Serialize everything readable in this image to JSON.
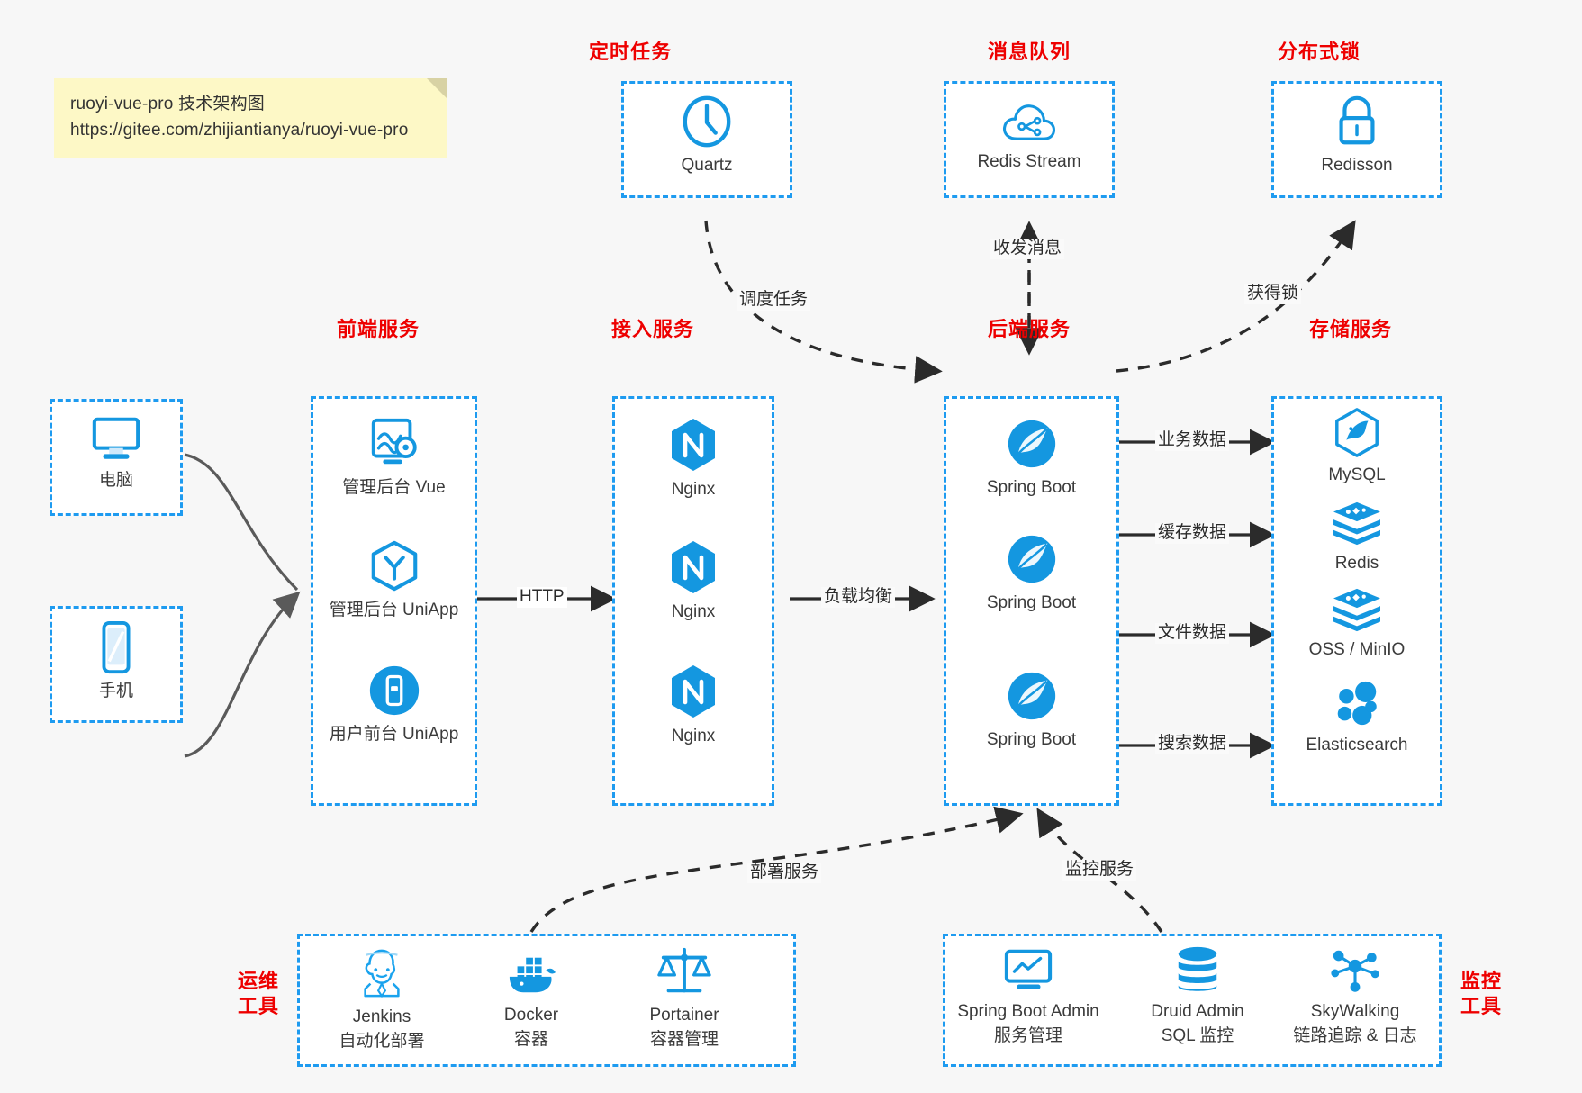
{
  "note": {
    "line1": "ruoyi-vue-pro 技术架构图",
    "line2": "https://gitee.com/zhijiantianya/ruoyi-vue-pro"
  },
  "colors": {
    "accent_blue": "#1e9bf0",
    "icon_blue": "#1497e0",
    "title_red": "#ee0000",
    "text_gray": "#3b3b3b",
    "note_yellow": "#fdf8c6",
    "background": "#f7f7f7"
  },
  "groups": {
    "scheduler": {
      "title": "定时任务"
    },
    "mq": {
      "title": "消息队列"
    },
    "lock": {
      "title": "分布式锁"
    },
    "frontend": {
      "title": "前端服务"
    },
    "gateway": {
      "title": "接入服务"
    },
    "backend": {
      "title": "后端服务"
    },
    "storage": {
      "title": "存储服务"
    },
    "devops": {
      "title": "运维\n工具"
    },
    "monitor": {
      "title": "监控\n工具"
    }
  },
  "nodes": {
    "quartz": {
      "label": "Quartz",
      "icon": "clock-icon"
    },
    "redis_stream": {
      "label": "Redis Stream",
      "icon": "cloud-stream-icon"
    },
    "redisson": {
      "label": "Redisson",
      "icon": "lock-icon"
    },
    "pc": {
      "label": "电脑",
      "icon": "desktop-icon"
    },
    "mobile": {
      "label": "手机",
      "icon": "phone-icon"
    },
    "admin_vue": {
      "label": "管理后台 Vue",
      "icon": "dashboard-vue-icon"
    },
    "admin_uniapp": {
      "label": "管理后台 UniApp",
      "icon": "uniapp-cube-icon"
    },
    "user_uniapp": {
      "label": "用户前台 UniApp",
      "icon": "mobile-app-icon"
    },
    "nginx1": {
      "label": "Nginx",
      "icon": "nginx-icon"
    },
    "nginx2": {
      "label": "Nginx",
      "icon": "nginx-icon"
    },
    "nginx3": {
      "label": "Nginx",
      "icon": "nginx-icon"
    },
    "springboot1": {
      "label": "Spring Boot",
      "icon": "spring-boot-icon"
    },
    "springboot2": {
      "label": "Spring Boot",
      "icon": "spring-boot-icon"
    },
    "springboot3": {
      "label": "Spring Boot",
      "icon": "spring-boot-icon"
    },
    "mysql": {
      "label": "MySQL",
      "icon": "mysql-icon"
    },
    "redis": {
      "label": "Redis",
      "icon": "redis-icon"
    },
    "oss": {
      "label": "OSS / MinIO",
      "icon": "oss-icon"
    },
    "elasticsearch": {
      "label": "Elasticsearch",
      "icon": "elasticsearch-icon"
    },
    "jenkins": {
      "label": "Jenkins",
      "sublabel": "自动化部署",
      "icon": "jenkins-icon"
    },
    "docker": {
      "label": "Docker",
      "sublabel": "容器",
      "icon": "docker-icon"
    },
    "portainer": {
      "label": "Portainer",
      "sublabel": "容器管理",
      "icon": "portainer-scales-icon"
    },
    "sba": {
      "label": "Spring Boot Admin",
      "sublabel": "服务管理",
      "icon": "monitor-screen-icon"
    },
    "druid": {
      "label": "Druid Admin",
      "sublabel": "SQL 监控",
      "icon": "database-icon"
    },
    "skywalking": {
      "label": "SkyWalking",
      "sublabel": "链路追踪 & 日志",
      "icon": "skywalking-node-icon"
    }
  },
  "edges": {
    "http": "HTTP",
    "load_balance": "负载均衡",
    "schedule_task": "调度任务",
    "send_receive_msg": "收发消息",
    "acquire_lock": "获得锁",
    "business_data": "业务数据",
    "cache_data": "缓存数据",
    "file_data": "文件数据",
    "search_data": "搜索数据",
    "deploy_service": "部署服务",
    "monitor_service": "监控服务"
  }
}
